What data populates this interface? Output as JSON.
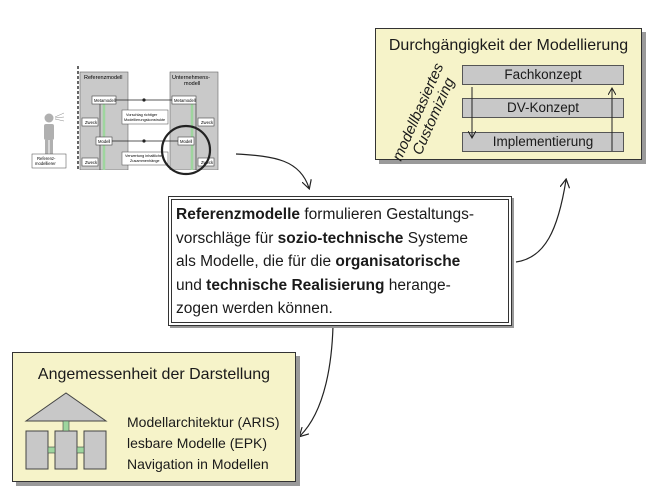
{
  "mini_diagram": {
    "col_left_title": "Referenzmodell",
    "col_right_title": "Unternehmens-\nmodell",
    "metamodel_label": "Metamodell",
    "zweck_label": "Zweck",
    "modell_label": "Modell",
    "note_top": "Vorschlag richtiger\nModellierungskonstrukte",
    "note_bottom": "Verwertung inhaltlicher\nZusammenhänge",
    "actor_label": "Referenz-\nmodellierer"
  },
  "top_right": {
    "title": "Durchgängigkeit der Modellierung",
    "side_line1": "modellbasiertes",
    "side_line2": "Customizing",
    "layers": [
      "Fachkonzept",
      "DV-Konzept",
      "Implementierung"
    ]
  },
  "center": {
    "seg1_bold": "Referenzmodelle",
    "seg1_rest": " formulieren Gestaltungs-",
    "seg2_pre": "vorschläge für ",
    "seg2_bold": "sozio-technische",
    "seg2_rest": " Systeme",
    "seg3_pre": "als Modelle, die für die ",
    "seg3_bold": "organisatorische",
    "seg4_pre": "und ",
    "seg4_bold": "technische Realisierung",
    "seg4_rest": " herange-",
    "seg5": "zogen werden können."
  },
  "bottom_left": {
    "title": "Angemessenheit der Darstellung",
    "items": [
      "Modellarchitektur (ARIS)",
      "lesbare Modelle (EPK)",
      "Navigation in Modellen"
    ]
  },
  "colors": {
    "box_fill": "#f6f3c9",
    "layer_fill": "#c8c8c8",
    "shadow": "#9a9a9a",
    "connector_green": "#9ed69e"
  }
}
